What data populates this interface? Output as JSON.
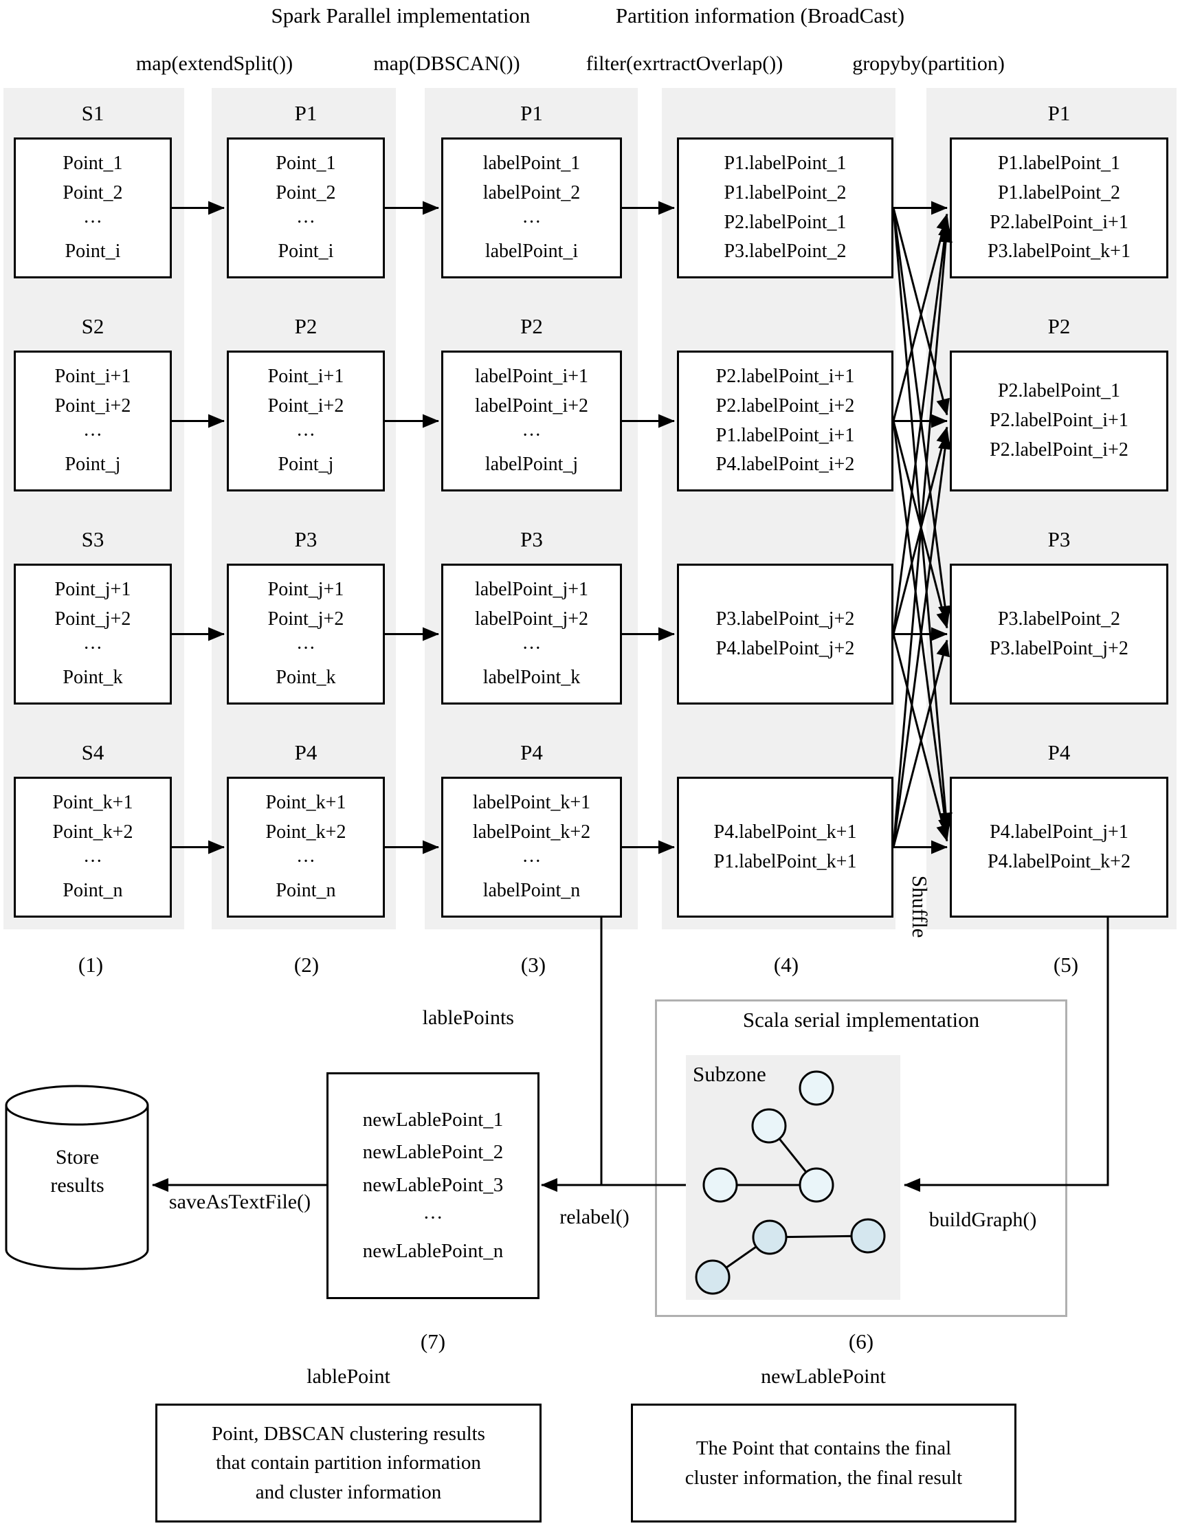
{
  "titles": {
    "spark": "Spark Parallel implementation",
    "partition": "Partition information (BroadCast)"
  },
  "operations": [
    {
      "label": "map(extendSplit())"
    },
    {
      "label": "map(DBSCAN())"
    },
    {
      "label": "filter(exrtractOverlap())"
    },
    {
      "label": "gropyby(partition)"
    }
  ],
  "columns": [
    {
      "stage": "(1)",
      "cells": [
        {
          "header": "S1",
          "lines": [
            "Point_1",
            "Point_2",
            "···",
            "Point_i"
          ]
        },
        {
          "header": "S2",
          "lines": [
            "Point_i+1",
            "Point_i+2",
            "···",
            "Point_j"
          ]
        },
        {
          "header": "S3",
          "lines": [
            "Point_j+1",
            "Point_j+2",
            "···",
            "Point_k"
          ]
        },
        {
          "header": "S4",
          "lines": [
            "Point_k+1",
            "Point_k+2",
            "···",
            "Point_n"
          ]
        }
      ]
    },
    {
      "stage": "(2)",
      "cells": [
        {
          "header": "P1",
          "lines": [
            "Point_1",
            "Point_2",
            "···",
            "Point_i"
          ]
        },
        {
          "header": "P2",
          "lines": [
            "Point_i+1",
            "Point_i+2",
            "···",
            "Point_j"
          ]
        },
        {
          "header": "P3",
          "lines": [
            "Point_j+1",
            "Point_j+2",
            "···",
            "Point_k"
          ]
        },
        {
          "header": "P4",
          "lines": [
            "Point_k+1",
            "Point_k+2",
            "···",
            "Point_n"
          ]
        }
      ]
    },
    {
      "stage": "(3)",
      "cells": [
        {
          "header": "P1",
          "lines": [
            "labelPoint_1",
            "labelPoint_2",
            "···",
            "labelPoint_i"
          ]
        },
        {
          "header": "P2",
          "lines": [
            "labelPoint_i+1",
            "labelPoint_i+2",
            "···",
            "labelPoint_j"
          ]
        },
        {
          "header": "P3",
          "lines": [
            "labelPoint_j+1",
            "labelPoint_j+2",
            "···",
            "labelPoint_k"
          ]
        },
        {
          "header": "P4",
          "lines": [
            "labelPoint_k+1",
            "labelPoint_k+2",
            "···",
            "labelPoint_n"
          ]
        }
      ]
    },
    {
      "stage": "(4)",
      "cells": [
        {
          "header": "",
          "lines": [
            "P1.labelPoint_1",
            "P1.labelPoint_2",
            "P2.labelPoint_1",
            "P3.labelPoint_2"
          ]
        },
        {
          "header": "",
          "lines": [
            "P2.labelPoint_i+1",
            "P2.labelPoint_i+2",
            "P1.labelPoint_i+1",
            "P4.labelPoint_i+2"
          ]
        },
        {
          "header": "",
          "lines": [
            "P3.labelPoint_j+2",
            "P4.labelPoint_j+2"
          ]
        },
        {
          "header": "",
          "lines": [
            "P4.labelPoint_k+1",
            "P1.labelPoint_k+1"
          ]
        }
      ]
    },
    {
      "stage": "(5)",
      "cells": [
        {
          "header": "P1",
          "lines": [
            "P1.labelPoint_1",
            "P1.labelPoint_2",
            "P2.labelPoint_i+1",
            "P3.labelPoint_k+1"
          ]
        },
        {
          "header": "P2",
          "lines": [
            "P2.labelPoint_1",
            "P2.labelPoint_i+1",
            "P2.labelPoint_i+2"
          ]
        },
        {
          "header": "P3",
          "lines": [
            "P3.labelPoint_2",
            "P3.labelPoint_j+2"
          ]
        },
        {
          "header": "P4",
          "lines": [
            "P4.labelPoint_j+1",
            "P4.labelPoint_k+2"
          ]
        }
      ]
    }
  ],
  "shuffle_label": "Shuffle",
  "flow": {
    "lable_points": "lablePoints",
    "relabel": "relabel()",
    "build_graph": "buildGraph()",
    "save_as_text_file": "saveAsTextFile()"
  },
  "store": {
    "lines": [
      "Store",
      "results"
    ]
  },
  "scala": {
    "title": "Scala serial implementation",
    "subzone": "Subzone",
    "stage": "(6)"
  },
  "new_lable_box": {
    "lines": [
      "newLablePoint_1",
      "newLablePoint_2",
      "newLablePoint_3",
      "···",
      "newLablePoint_n"
    ],
    "stage": "(7)"
  },
  "legend": {
    "left": {
      "title": "lablePoint",
      "text_lines": [
        "Point, DBSCAN clustering results",
        "that contain partition information",
        "and cluster information"
      ]
    },
    "right": {
      "title": "newLablePoint",
      "text_lines": [
        "The Point that contains the final",
        "cluster information, the final result"
      ]
    }
  },
  "colors": {
    "band_bg": "#f0f0f0",
    "subzone_bg": "#efefef",
    "scala_border": "#b0b0b0",
    "box_border": "#000000",
    "arrow": "#000000",
    "node_light": "#eaf5f9",
    "node_dark": "#d5e7ef"
  }
}
